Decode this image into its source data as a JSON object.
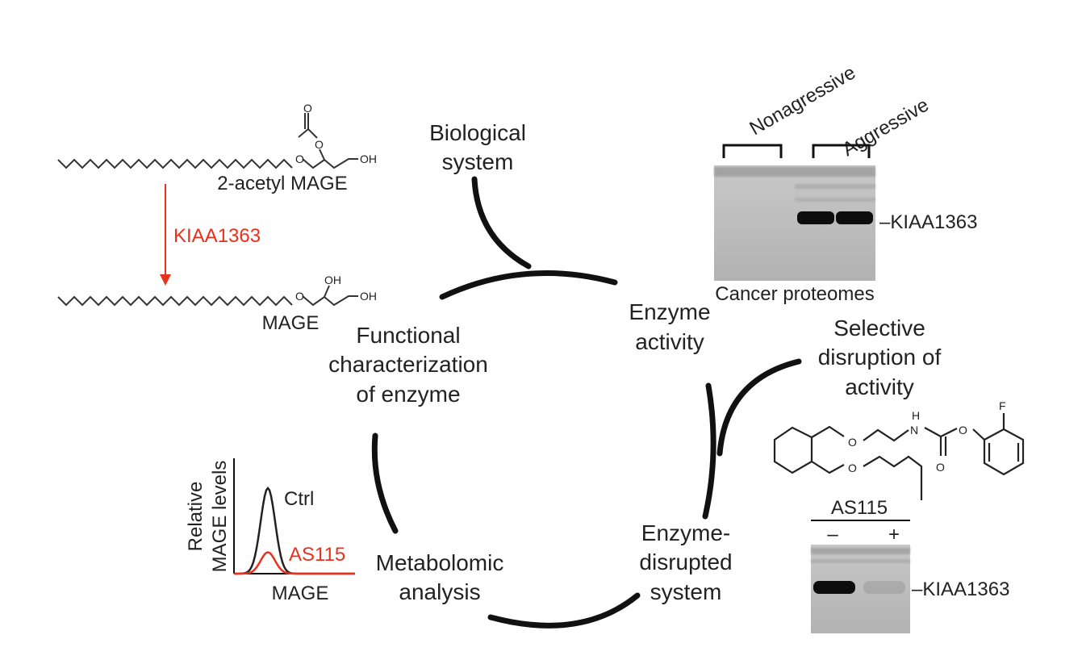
{
  "cycle": {
    "biological_system": [
      "Biological",
      "system"
    ],
    "enzyme_activity": [
      "Enzyme",
      "activity"
    ],
    "selective_disruption": [
      "Selective",
      "disruption of",
      "activity"
    ],
    "enzyme_disrupted_system": [
      "Enzyme-",
      "disrupted",
      "system"
    ],
    "metabolomic_analysis": [
      "Metabolomic",
      "analysis"
    ],
    "functional_characterization": [
      "Functional",
      "characterization",
      "of enzyme"
    ]
  },
  "reaction": {
    "substrate": "2-acetyl MAGE",
    "enzyme": "KIAA1363",
    "product": "MAGE",
    "atom_labels": {
      "o": "O",
      "oh": "OH"
    }
  },
  "gel_top": {
    "groups": [
      "Nonagressive",
      "Aggressive"
    ],
    "band_label": "–KIAA1363",
    "caption": "Cancer proteomes",
    "band_intensity": [
      0,
      0,
      1,
      1
    ]
  },
  "inhibitor": {
    "name": "AS115",
    "atom_labels": {
      "f": "F",
      "h": "H",
      "n": "N",
      "o": "O"
    }
  },
  "gel_bottom": {
    "title": "AS115",
    "lanes": [
      "–",
      "+"
    ],
    "band_label": "–KIAA1363",
    "band_intensity": [
      1,
      0.1
    ]
  },
  "plot": {
    "ylabel": [
      "Relative",
      "MAGE levels"
    ],
    "xlabel": "MAGE",
    "series": [
      {
        "name": "Ctrl",
        "peak": 1.0,
        "color": "#222222"
      },
      {
        "name": "AS115",
        "peak": 0.25,
        "color": "#e8321e"
      }
    ]
  },
  "colors": {
    "accent": "#e8321e",
    "ink": "#222222"
  }
}
